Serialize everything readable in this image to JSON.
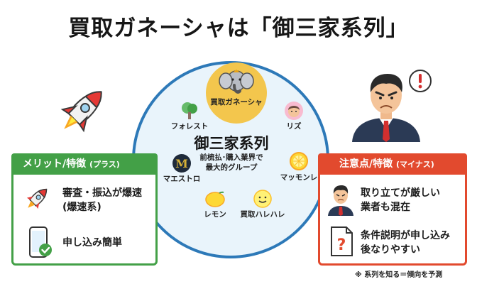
{
  "title": "買取ガネーシャは「御三家系列」",
  "center": {
    "title": "御三家系列",
    "subtitle_line1": "前梳払･購入業界で",
    "subtitle_line2": "最大的グループ"
  },
  "stores": [
    {
      "name": "買取ガネーシャ",
      "icon": "elephant-icon"
    },
    {
      "name": "フォレスト",
      "icon": "tree-icon"
    },
    {
      "name": "リズ",
      "icon": "woman-face-icon"
    },
    {
      "name": "マエストロ",
      "icon": "m-emblem-icon"
    },
    {
      "name": "マッモンレ",
      "icon": "lemon-slice-icon"
    },
    {
      "name": "レモン",
      "icon": "lemon-icon"
    },
    {
      "name": "買取ハレハレ",
      "icon": "smiley-sun-icon"
    }
  ],
  "merit": {
    "header": "メリット/特徴",
    "header_tag": "(プラス)",
    "items": [
      {
        "line1": "審査・振込が爆速",
        "line2": "(爆速系)",
        "icon": "rocket-icon"
      },
      {
        "line1": "申し込み簡単",
        "line2": "",
        "icon": "phone-check-icon"
      }
    ]
  },
  "caution": {
    "header": "注意点/特徴",
    "header_tag": "(マイナス)",
    "items": [
      {
        "line1": "取り立てが厳しい",
        "line2": "業者も混在",
        "icon": "angry-businessman-icon"
      },
      {
        "line1": "条件説明が申し込み",
        "line2": "後なりやすい",
        "icon": "question-document-icon"
      }
    ]
  },
  "note": "※ 系列を知る＝傾向を予測",
  "colors": {
    "merit": "#43a047",
    "caution": "#e24a2e",
    "circle_border": "#2d79b8",
    "circle_fill": "#e9f4fb"
  }
}
